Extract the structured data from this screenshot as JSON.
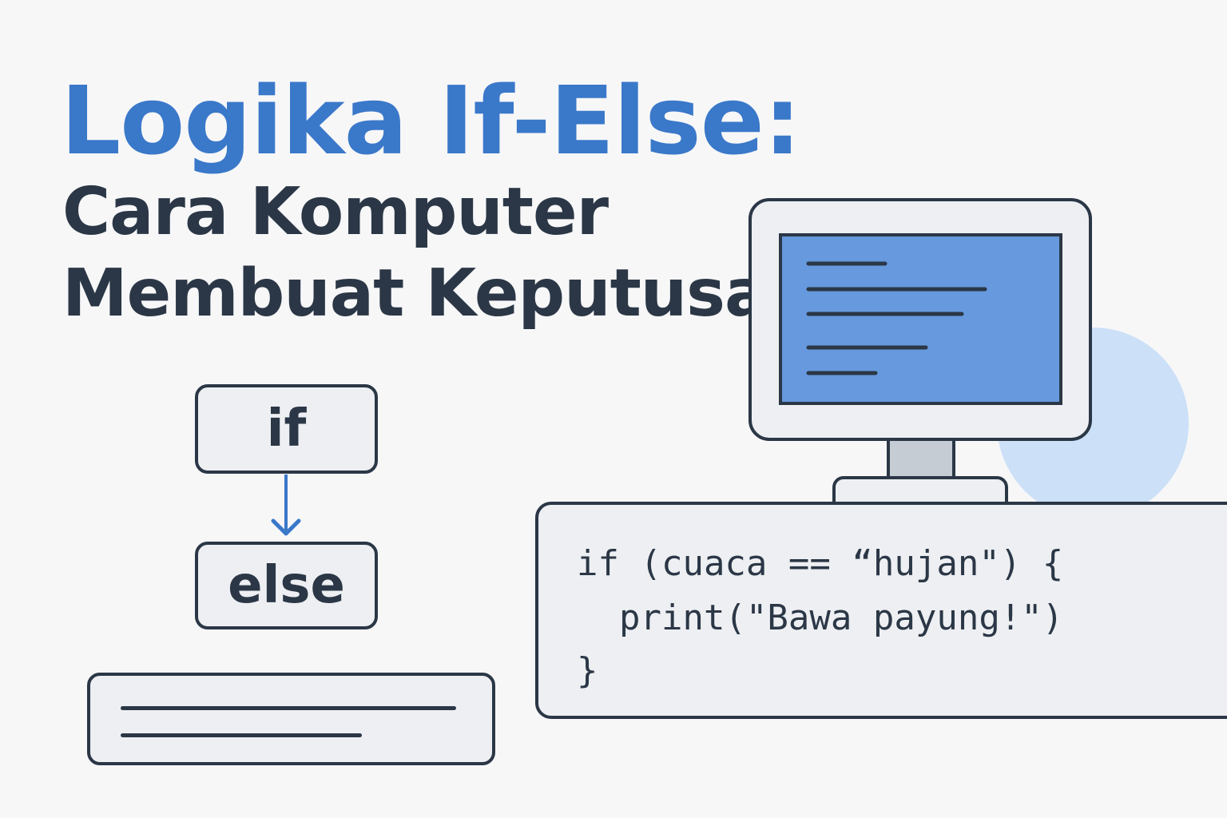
{
  "title": "Logika If-Else:",
  "subtitle_lines": [
    "Cara Komputer",
    "Membuat Keputusan"
  ],
  "flowchart": {
    "if_label": "if",
    "else_label": "else"
  },
  "code_lines": [
    "if (cuaca == “hujan\") {",
    "  print(\"Bawa payung!\")",
    "}"
  ],
  "colors": {
    "background": "#f7f7f8",
    "accent_blue": "#3a78c9",
    "text_dark": "#2b3746",
    "screen_blue": "#6699dd",
    "panel": "#edeff2",
    "circle": "#cce0f7"
  },
  "icons": [
    "computer-monitor-icon",
    "arrow-down-icon"
  ]
}
